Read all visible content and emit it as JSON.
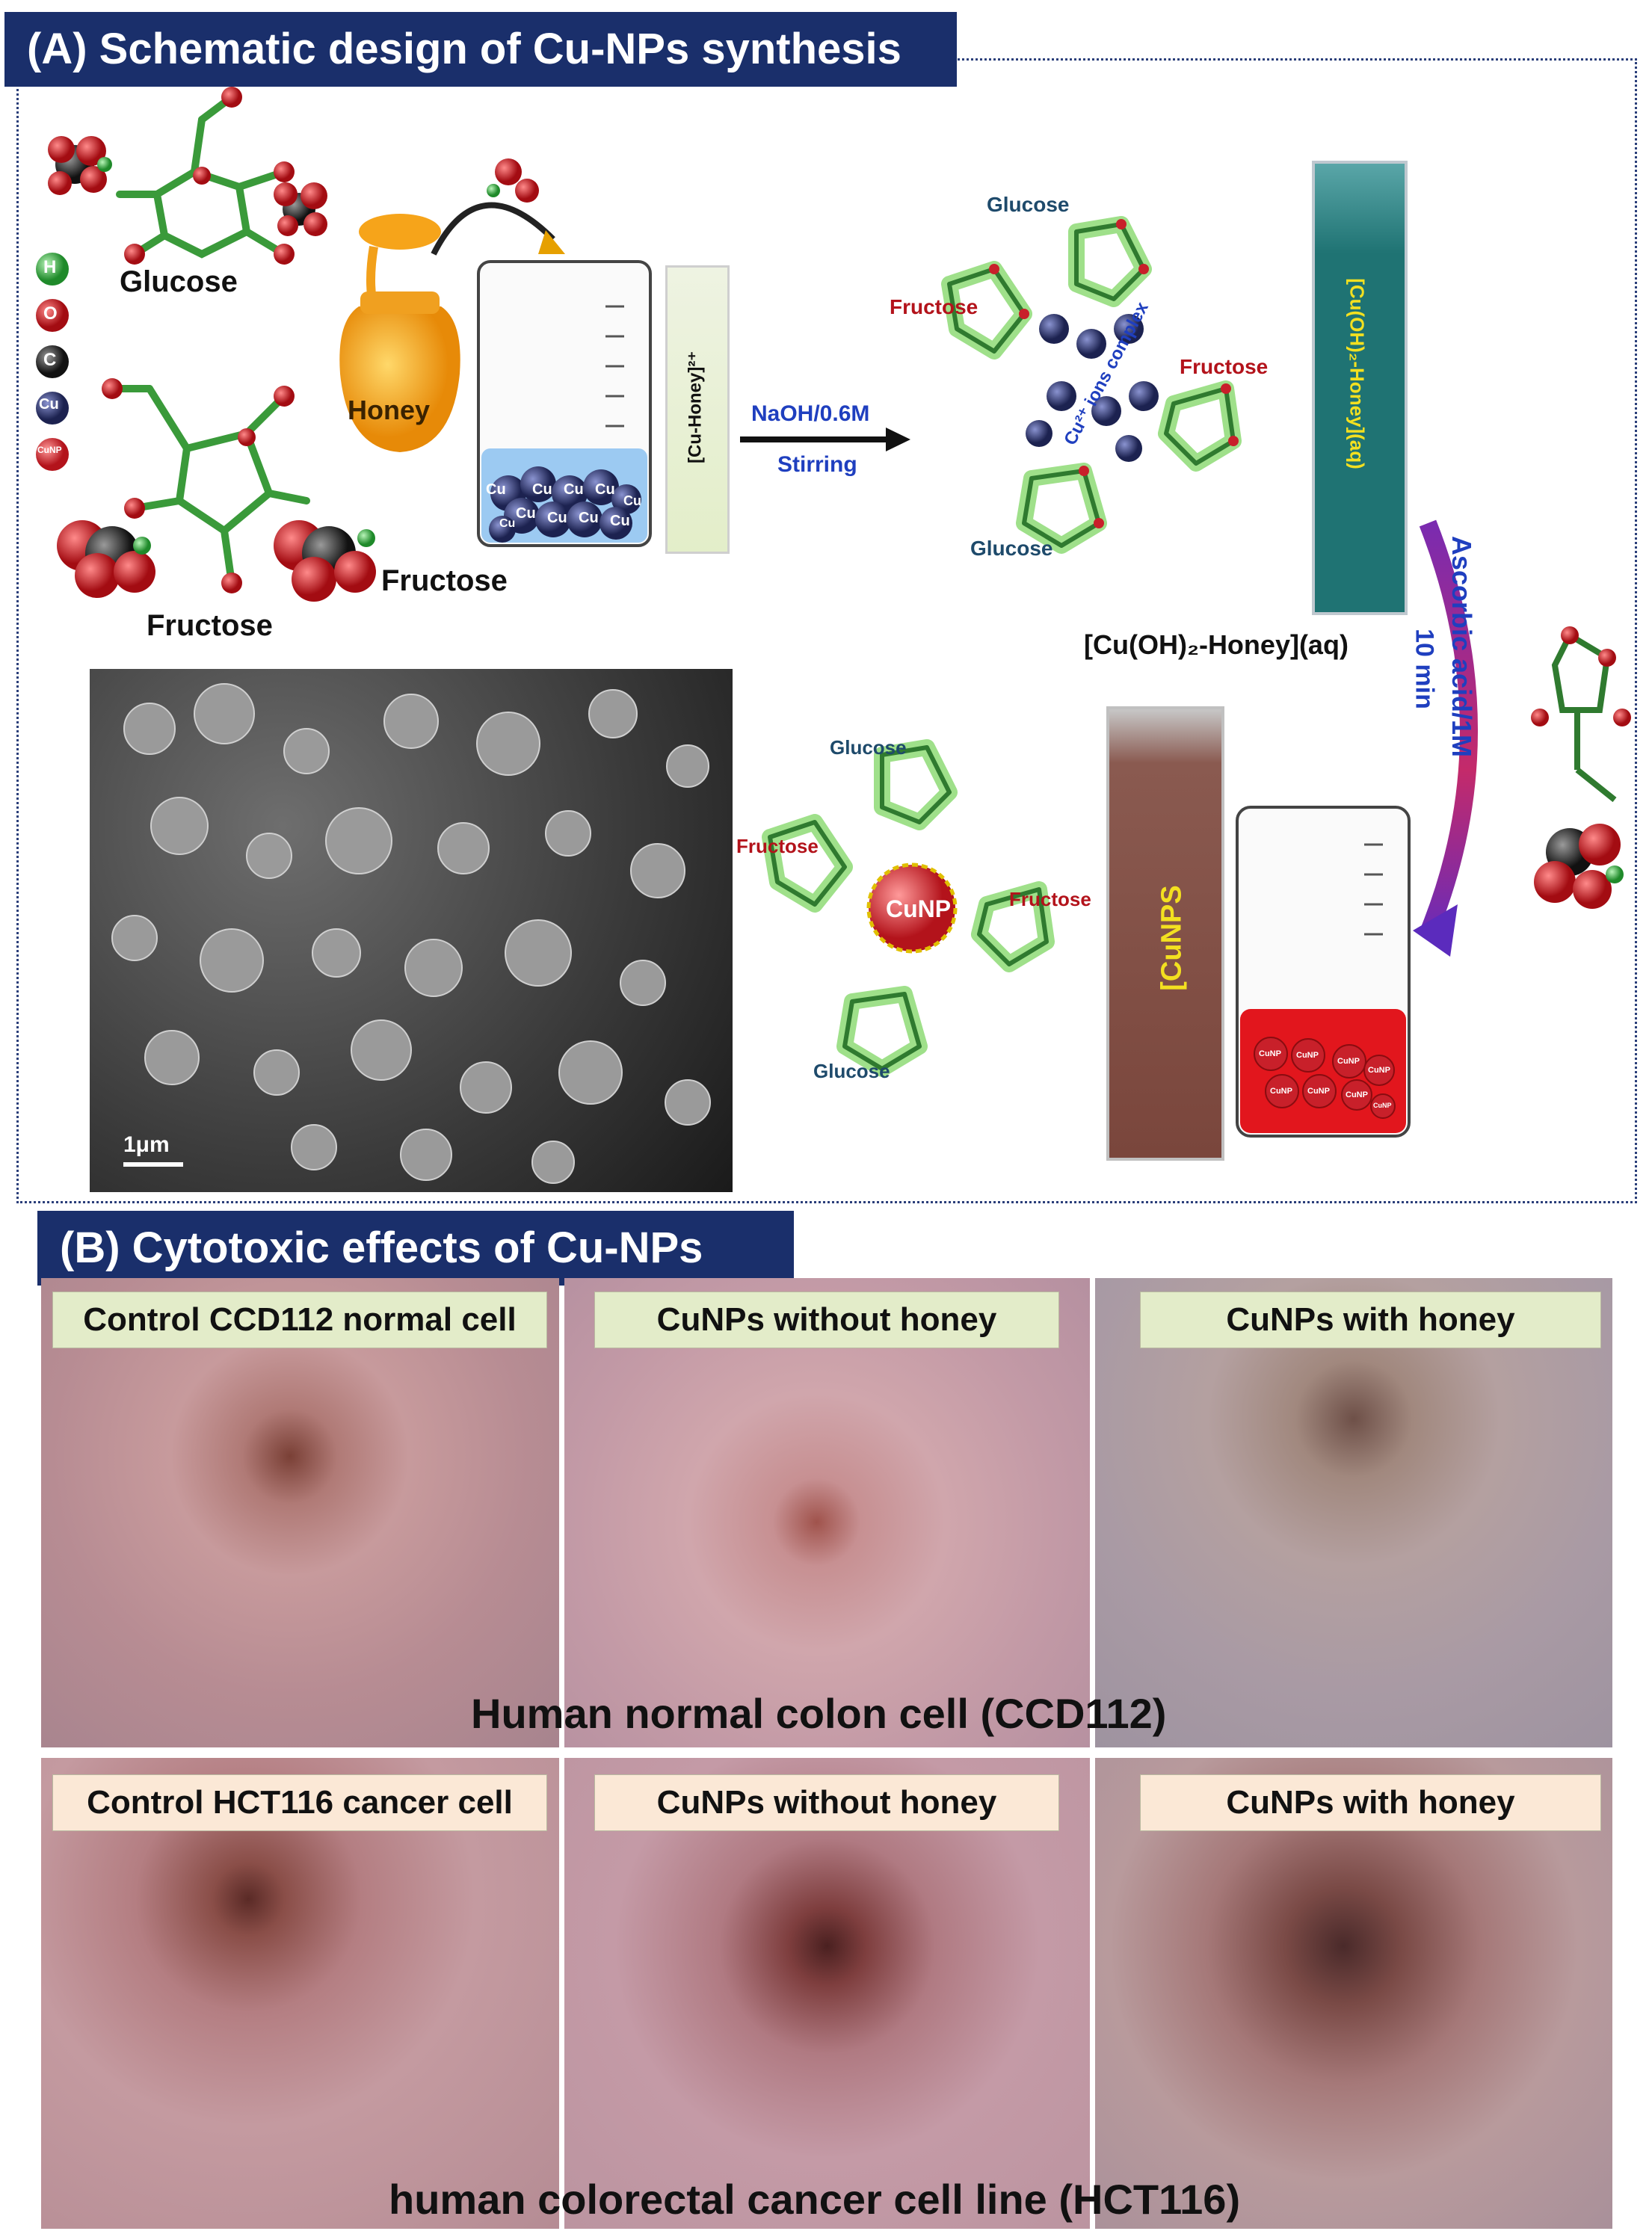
{
  "section_a": {
    "title": "(A) Schematic design of Cu-NPs synthesis",
    "legend": [
      {
        "symbol": "H",
        "color": "#2e9e3a"
      },
      {
        "symbol": "O",
        "color": "#c0141c"
      },
      {
        "symbol": "C",
        "color": "#2a2a2a"
      },
      {
        "symbol": "Cu",
        "color": "#262c5a"
      },
      {
        "symbol": "CuNP",
        "color": "#c8202a"
      }
    ],
    "glucose_label": "Glucose",
    "fructose_label": "Fructose",
    "fructose_label_2": "Fructose",
    "honey_label": "Honey",
    "cu_particles": [
      "Cu",
      "Cu",
      "Cu",
      "Cu",
      "Cu",
      "Cu",
      "Cu",
      "Cu",
      "Cu",
      "Cu"
    ],
    "cuvette1_label": "[Cu-Honey]²⁺",
    "arrow_top": "NaOH/0.6M",
    "arrow_bottom": "Stirring",
    "complex": {
      "glucose_top": "Glucose",
      "fructose_left": "Fructose",
      "fructose_right": "Fructose",
      "glucose_bottom": "Glucose",
      "center_text": "Cu²⁺ ions complex"
    },
    "cuvette2_label": "[Cu(OH)₂-Honey](aq)",
    "complex_caption": "[Cu(OH)₂-Honey](aq)",
    "curved_arrow_line1": "Ascorbic acid/1M",
    "curved_arrow_line2": "10 min",
    "cunp_complex": {
      "glucose_top": "Glucose",
      "fructose_left": "Fructose",
      "fructose_right": "Fructose",
      "glucose_bottom": "Glucose",
      "center": "CuNP"
    },
    "cuvette3_label": "[CuNPS",
    "beaker2_particles": [
      "CuNP",
      "CuNP",
      "CuNP",
      "CuNP",
      "CuNP",
      "CuNP",
      "CuNP",
      "CuNP"
    ],
    "sem_scale": "1μm"
  },
  "section_b": {
    "title": "(B) Cytotoxic effects of Cu-NPs",
    "row1": {
      "labels": [
        "Control CCD112 normal cell",
        "CuNPs without honey",
        "CuNPs with honey"
      ],
      "caption": "Human normal colon cell (CCD112)"
    },
    "row2": {
      "labels": [
        "Control HCT116 cancer cell",
        "CuNPs without honey",
        "CuNPs with honey"
      ],
      "caption": "human colorectal cancer cell line (HCT116)"
    }
  },
  "colors": {
    "title_bg": "#1a2f6b",
    "label_green_bg": "#e3ecc9",
    "label_peach_bg": "#fbe8d6",
    "blue_text": "#1f3fbf",
    "red_text": "#b3131b",
    "glucose_text": "#1e4a6b"
  }
}
